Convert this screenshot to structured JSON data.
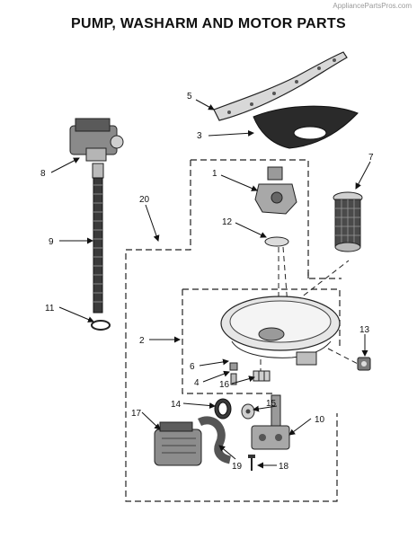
{
  "watermark": "AppliancePartsPros.com",
  "title": "PUMP, WASHARM AND MOTOR PARTS",
  "callouts": [
    "5",
    "3",
    "8",
    "1",
    "7",
    "20",
    "12",
    "9",
    "11",
    "2",
    "13",
    "6",
    "4",
    "16",
    "14",
    "15",
    "17",
    "10",
    "19",
    "18"
  ]
}
